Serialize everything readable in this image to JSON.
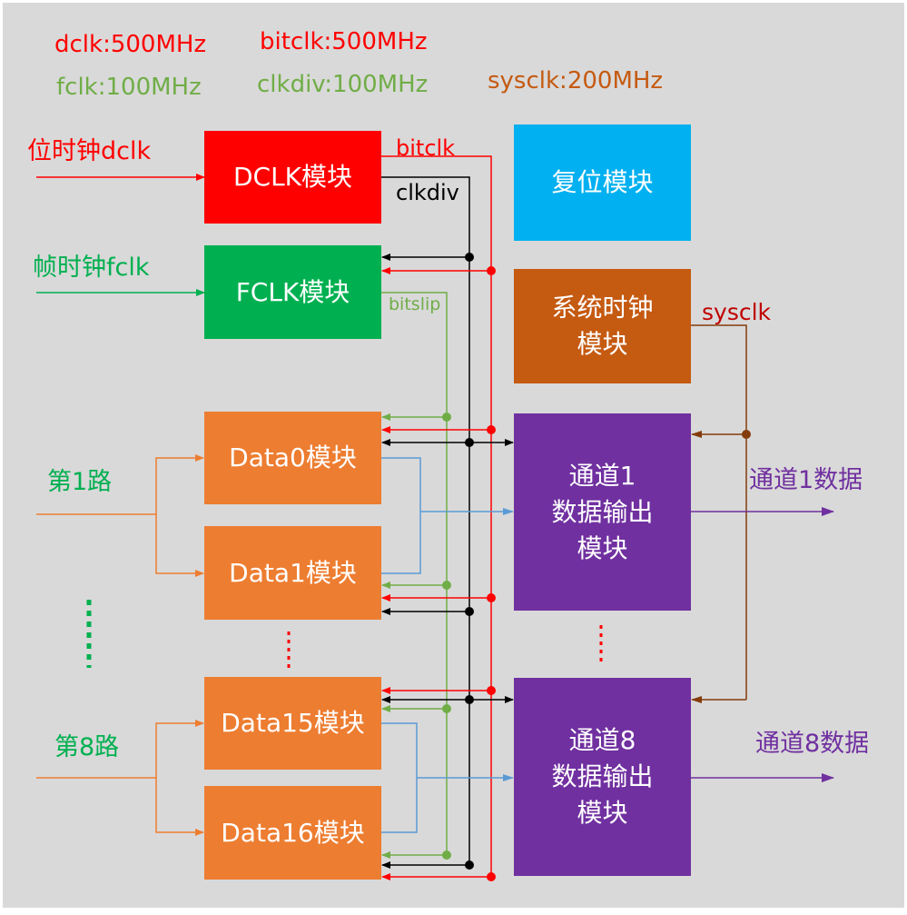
{
  "freq": {
    "dclk": "dclk:500MHz",
    "bitclk": "bitclk:500MHz",
    "fclk": "fclk:100MHz",
    "clkdiv": "clkdiv:100MHz",
    "sysclk": "sysclk:200MHz"
  },
  "inputs": {
    "dclk": "位时钟dclk",
    "fclk": "帧时钟fclk",
    "lane1": "第1路",
    "lane8": "第8路"
  },
  "signals": {
    "bitclk": "bitclk",
    "clkdiv": "clkdiv",
    "bitslip": "bitslip",
    "sysclk": "sysclk"
  },
  "blocks": {
    "dclk": "DCLK模块",
    "fclk": "FCLK模块",
    "reset": "复位模块",
    "sysclk": "系统时钟\n模块",
    "data0": "Data0模块",
    "data1": "Data1模块",
    "data15": "Data15模块",
    "data16": "Data16模块",
    "ch1": "通道1\n数据输出\n模块",
    "ch8": "通道8\n数据输出\n模块"
  },
  "outputs": {
    "ch1": "通道1数据",
    "ch8": "通道8数据"
  },
  "colors": {
    "red": "#ff0000",
    "green": "#00b050",
    "orange": "#ed7d31",
    "purple": "#7030a0",
    "skyblue": "#00b0f0",
    "brown": "#c55a11",
    "black": "#000000",
    "lightgreen": "#70ad47",
    "blue": "#5b9bd5",
    "sysclkLine": "#843c0c"
  }
}
